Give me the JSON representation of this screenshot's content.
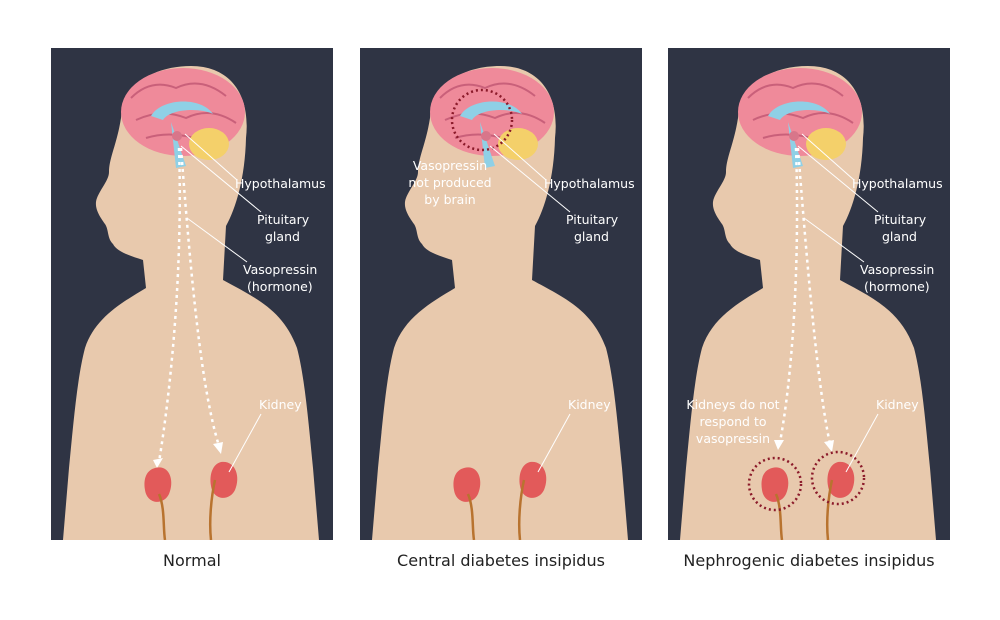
{
  "panels": [
    {
      "caption": "Normal",
      "labels": {
        "hypothalamus": "Hypothalamus",
        "pituitary_1": "Pituitary",
        "pituitary_2": "gland",
        "vasopressin_1": "Vasopressin",
        "vasopressin_2": "(hormone)",
        "kidney": "Kidney"
      }
    },
    {
      "caption": "Central diabetes insipidus",
      "labels": {
        "hypothalamus": "Hypothalamus",
        "pituitary_1": "Pituitary",
        "pituitary_2": "gland",
        "note_1": "Vasopressin",
        "note_2": "not produced",
        "note_3": "by brain",
        "kidney": "Kidney"
      }
    },
    {
      "caption": "Nephrogenic diabetes insipidus",
      "labels": {
        "hypothalamus": "Hypothalamus",
        "pituitary_1": "Pituitary",
        "pituitary_2": "gland",
        "vasopressin_1": "Vasopressin",
        "vasopressin_2": "(hormone)",
        "kidney": "Kidney",
        "note_1": "Kidneys do not",
        "note_2": "respond to",
        "note_3": "vasopressin"
      }
    }
  ],
  "colors": {
    "background": "#2f3444",
    "skin": "#e8c9ad",
    "brain": "#ef8a9a",
    "ventricle": "#8fd0e6",
    "cerebellum": "#f4d06a",
    "kidney": "#e25a5a",
    "highlight_circle": "#8b1a2a"
  }
}
